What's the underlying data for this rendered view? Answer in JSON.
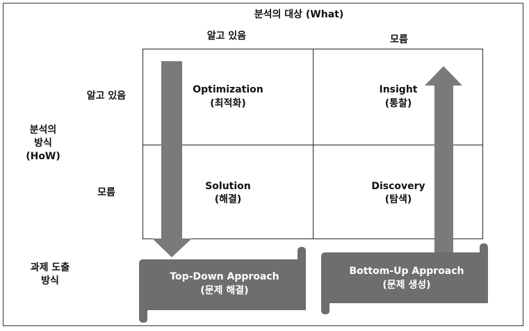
{
  "header": {
    "top_title": "분석의 대상 (What)",
    "col_known": "알고 있음",
    "col_unknown": "모름"
  },
  "rows": {
    "how_label_1": "분석의",
    "how_label_2": "방식",
    "how_label_3": "(HoW)",
    "row_known": "알고 있음",
    "row_unknown": "모름",
    "bottom_label_1": "과제 도출",
    "bottom_label_2": "방식"
  },
  "cells": {
    "optimization": {
      "en": "Optimization",
      "ko": "(최적화)"
    },
    "insight": {
      "en": "Insight",
      "ko": "(통찰)"
    },
    "solution": {
      "en": "Solution",
      "ko": "(해결)"
    },
    "discovery": {
      "en": "Discovery",
      "ko": "(탐색)"
    }
  },
  "banners": {
    "top_down": {
      "en": "Top-Down Approach",
      "ko": "(문제 해결)"
    },
    "bottom_up": {
      "en": "Bottom-Up Approach",
      "ko": "(문제 생성)"
    }
  },
  "colors": {
    "arrow_fill": "#7a7a7a",
    "banner_fill": "#6e6e6e",
    "line": "#222222"
  }
}
